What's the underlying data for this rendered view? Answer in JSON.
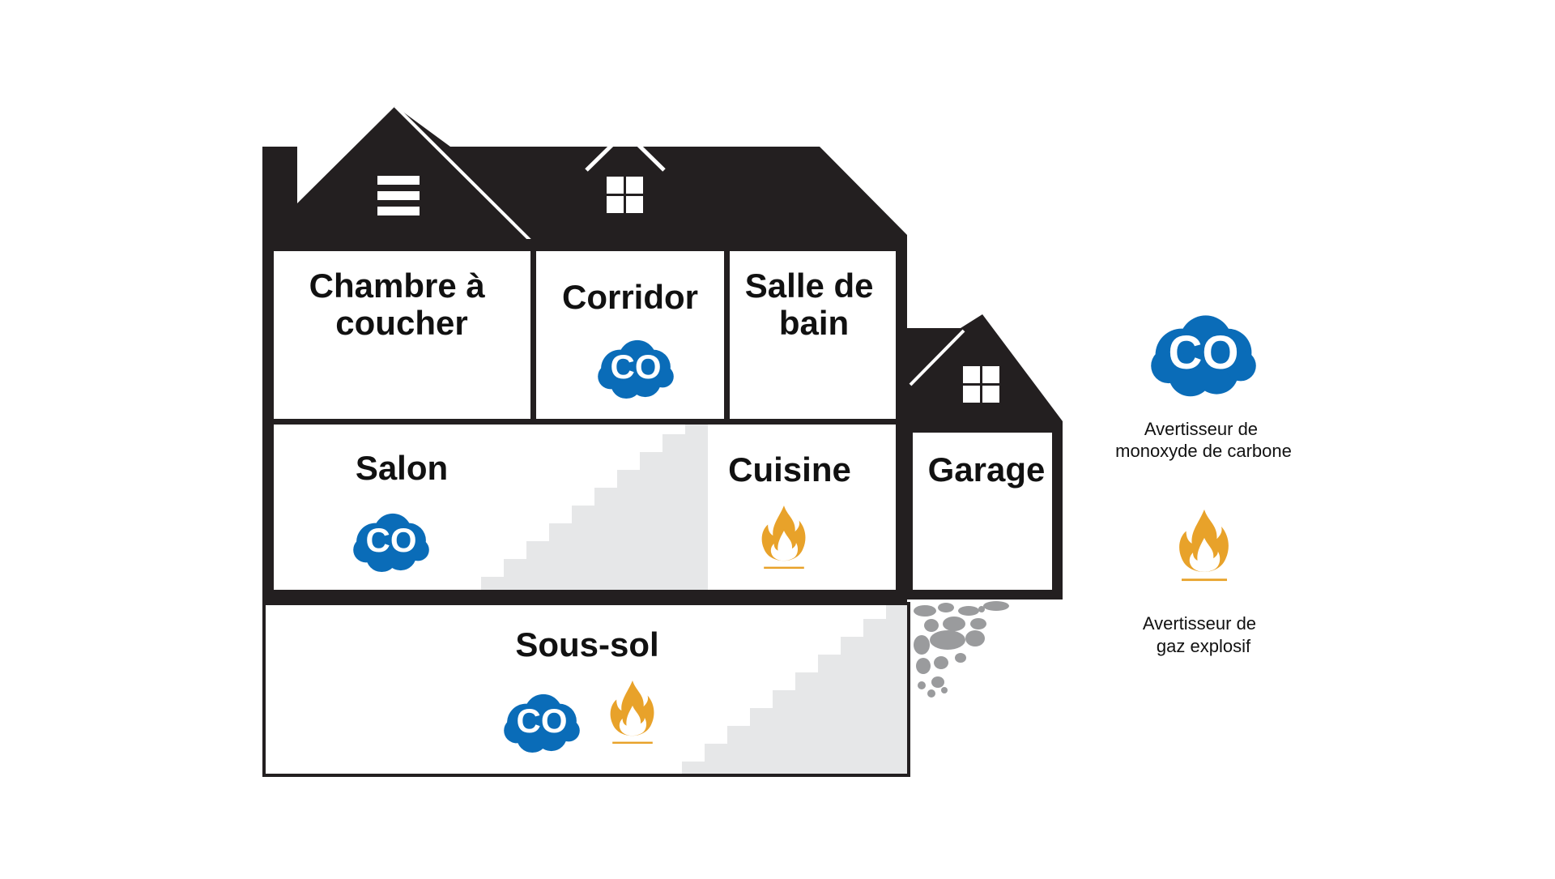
{
  "colors": {
    "house": "#231f20",
    "co_blue": "#0a6cb8",
    "flame_orange": "#e8a22a",
    "stairs": "#e6e7e8",
    "stone": "#9a9b9d",
    "room_fill": "#ffffff"
  },
  "rooms": {
    "bedroom": [
      "Chambre à",
      "coucher"
    ],
    "corridor": [
      "Corridor"
    ],
    "bathroom": [
      "Salle de",
      "bain"
    ],
    "living": [
      "Salon"
    ],
    "kitchen": [
      "Cuisine"
    ],
    "garage": [
      "Garage"
    ],
    "basement": [
      "Sous-sol"
    ]
  },
  "badge_text": "CO",
  "legend": {
    "co": [
      "Avertisseur de",
      "monoxyde de carbone"
    ],
    "gas": [
      "Avertisseur de",
      "gaz explosif"
    ]
  },
  "icons": {
    "co": "co-cloud-icon",
    "gas": "flame-icon",
    "window_blinds": "window-blinds-icon",
    "window_grid": "window-grid-icon"
  }
}
